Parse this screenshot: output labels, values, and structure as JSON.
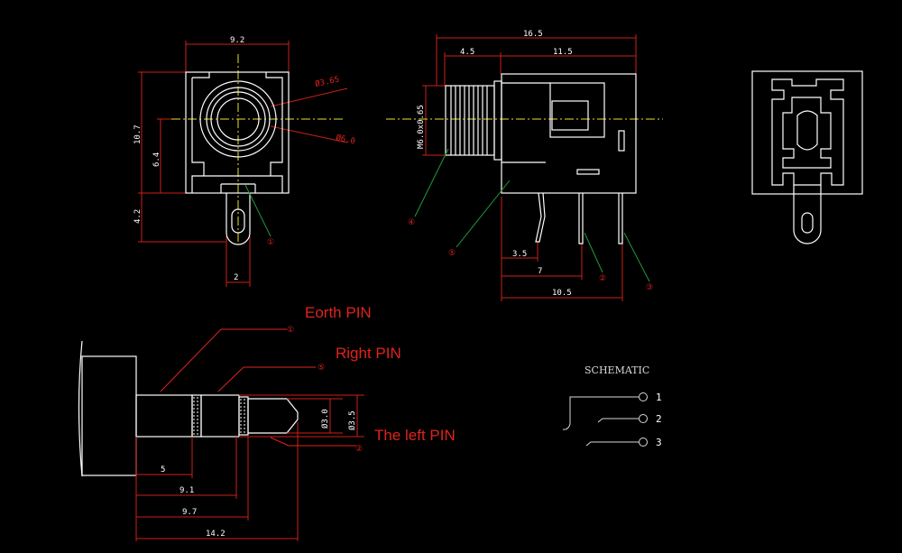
{
  "colors": {
    "background": "#000000",
    "outline": "#ffffff",
    "dimension": "#cc1f1a",
    "centerline": "#e7e32a",
    "leader": "#1f9a3a",
    "label": "#e0231c"
  },
  "front_view": {
    "dim_width": "9.2",
    "dim_height": "10.7",
    "dim_center": "6.4",
    "dim_pin": "4.2",
    "dim_pin_width": "2",
    "dim_ring_outer": "Ø3.65",
    "dim_ring_inner": "Ø6.0",
    "callout_1": "①"
  },
  "side_view": {
    "dim_total": "16.5",
    "dim_thread_len": "4.5",
    "dim_body": "11.5",
    "dim_thread": "M6.0x0.65",
    "dim_pin_a": "3.5",
    "dim_pin_b": "7",
    "dim_pin_c": "10.5",
    "callout_2": "②",
    "callout_3": "③",
    "callout_4": "④",
    "callout_5": "⑤"
  },
  "plug": {
    "label_earth": "Eorth  PIN",
    "label_right": "Right   PIN",
    "label_left": "The left  PIN",
    "callout_1": "①",
    "callout_5": "⑤",
    "callout_2": "②",
    "dim_5": "5",
    "dim_9_1": "9.1",
    "dim_9_7": "9.7",
    "dim_14_2": "14.2",
    "dim_d30": "Ø3.0",
    "dim_d35": "Ø3.5"
  },
  "schematic": {
    "title": "SCHEMATIC",
    "pin_1": "1",
    "pin_2": "2",
    "pin_3": "3"
  }
}
